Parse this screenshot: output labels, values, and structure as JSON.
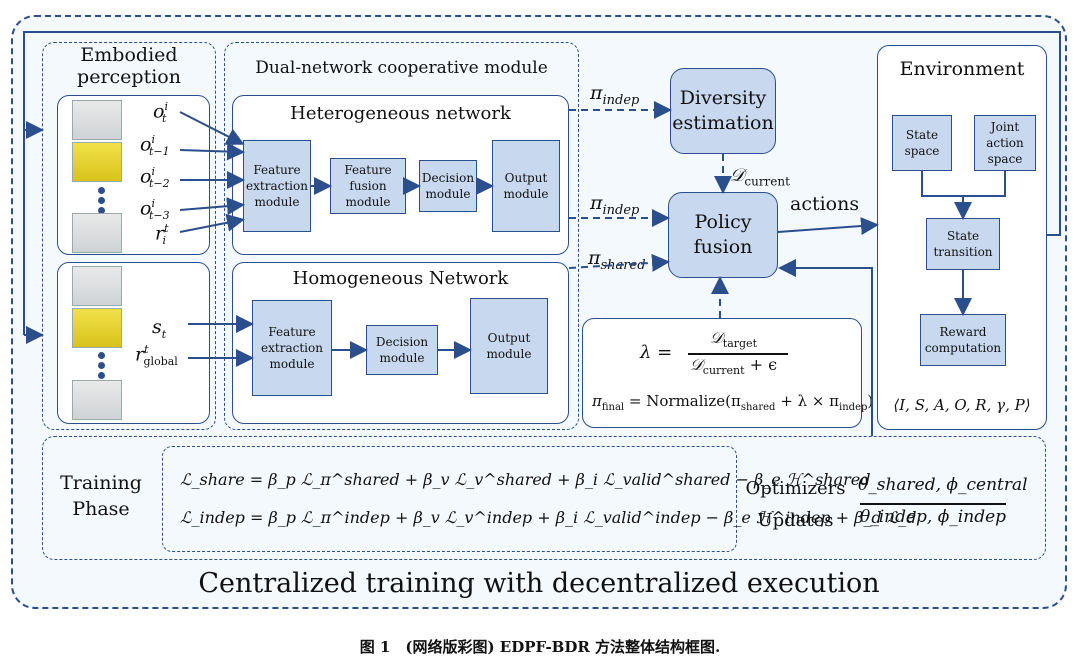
{
  "embodied": {
    "title_l1": "Embodied",
    "title_l2": "perception",
    "obs": [
      "o",
      "o",
      "o",
      "o",
      "r"
    ],
    "obs_sub": [
      "t",
      "t−1",
      "t−2",
      "t−3",
      "i"
    ],
    "obs_sup": [
      "i",
      "i",
      "i",
      "i",
      "t"
    ],
    "state": "s",
    "state_sub": "t",
    "reward_g": "r",
    "reward_g_sub": "global",
    "reward_g_sup": "t"
  },
  "dual": {
    "title": "Dual-network cooperative module"
  },
  "hetero": {
    "title": "Heterogeneous network",
    "m1": [
      "Feature",
      "extraction",
      "module"
    ],
    "m2": [
      "Feature",
      "fusion",
      "module"
    ],
    "m3": [
      "Decision",
      "module"
    ],
    "m4": [
      "Output",
      "module"
    ]
  },
  "homo": {
    "title": "Homogeneous Network",
    "m1": [
      "Feature",
      "extraction",
      "module"
    ],
    "m2": [
      "Decision",
      "module"
    ],
    "m3": [
      "Output",
      "module"
    ]
  },
  "center": {
    "pi_indep_1": "π",
    "pi_indep_1_sub": "indep",
    "pi_indep_2": "π",
    "pi_indep_2_sub": "indep",
    "pi_shared": "π",
    "pi_shared_sub": "shared",
    "diversity": [
      "Diversity",
      "estimation"
    ],
    "d_current": "𝒟",
    "d_current_sub": "current",
    "policy": [
      "Policy",
      "fusion"
    ],
    "actions": "actions",
    "lambda_lhs": "λ =",
    "lambda_num": "𝒟",
    "lambda_num_sub": "target",
    "lambda_den": "𝒟",
    "lambda_den_sub": "current",
    "lambda_den_tail": " + ϵ",
    "pifinal": "π",
    "pifinal_sub": "final",
    "pifinal_rhs": " = Normalize(π",
    "pifinal_rhs_sub1": "shared",
    "pifinal_rhs_mid": " + λ × π",
    "pifinal_rhs_sub2": "indep",
    "pifinal_rhs_end": ")"
  },
  "env": {
    "title": "Environment",
    "state_space": [
      "State",
      "space"
    ],
    "joint": [
      "Joint",
      "action",
      "space"
    ],
    "transition": [
      "State",
      "transition"
    ],
    "reward": [
      "Reward",
      "computation"
    ],
    "tuple": "⟨I, S, A, O, R, γ, P⟩"
  },
  "training": {
    "label": [
      "Training",
      "Phase"
    ],
    "eq1": "ℒ_share = β_p ℒ_π^shared + β_v ℒ_v^shared + β_i ℒ_valid^shared − β_e ℋ^shared",
    "eq2": "ℒ_indep = β_p ℒ_π^indep + β_v ℒ_v^indep + β_i ℒ_valid^indep − β_e ℋ^indep + β_d ℒ_d",
    "optimizers": "Optimizers",
    "updates": "Updates",
    "params_top": "θ_shared, ϕ_central",
    "params_bot": "θ_indep, ϕ_indep"
  },
  "footer": "Centralized training with decentralized execution",
  "caption": "图 1　(网络版彩图) EDPF-BDR 方法整体结构框图."
}
